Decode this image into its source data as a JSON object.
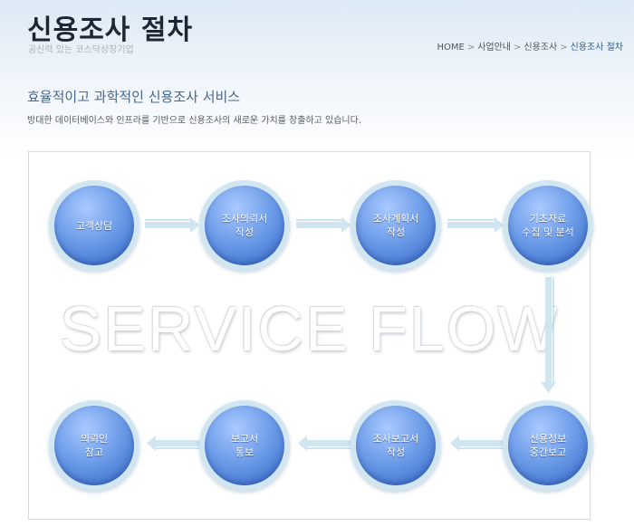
{
  "header": {
    "title": "신용조사 절차",
    "subtitle": "공신력 있는 코스닥상장기업"
  },
  "breadcrumb": {
    "items": [
      "HOME",
      "사업안내",
      "신용조사",
      "신용조사 절차"
    ]
  },
  "section": {
    "heading": "효율적이고 과학적인 신용조사 서비스",
    "description": "방대한 데이터베이스와 인프라를 기반으로 신용조사의 새로운 가치를 창출하고 있습니다."
  },
  "flow": {
    "watermark": "SERVICE FLOW",
    "steps": [
      {
        "line1": "고객상담",
        "line2": ""
      },
      {
        "line1": "조사의뢰서",
        "line2": "작성"
      },
      {
        "line1": "조사계획서",
        "line2": "작성"
      },
      {
        "line1": "기초자료",
        "line2": "수집 및 분석"
      },
      {
        "line1": "신용정보",
        "line2": "중간보고"
      },
      {
        "line1": "조사보고서",
        "line2": "작성"
      },
      {
        "line1": "보고서",
        "line2": "통보"
      },
      {
        "line1": "의뢰인",
        "line2": "참고"
      }
    ]
  },
  "colors": {
    "title": "#1d2633",
    "heading": "#46678c",
    "node": "#3b6fd0",
    "arrow": "#a7d3e8"
  }
}
